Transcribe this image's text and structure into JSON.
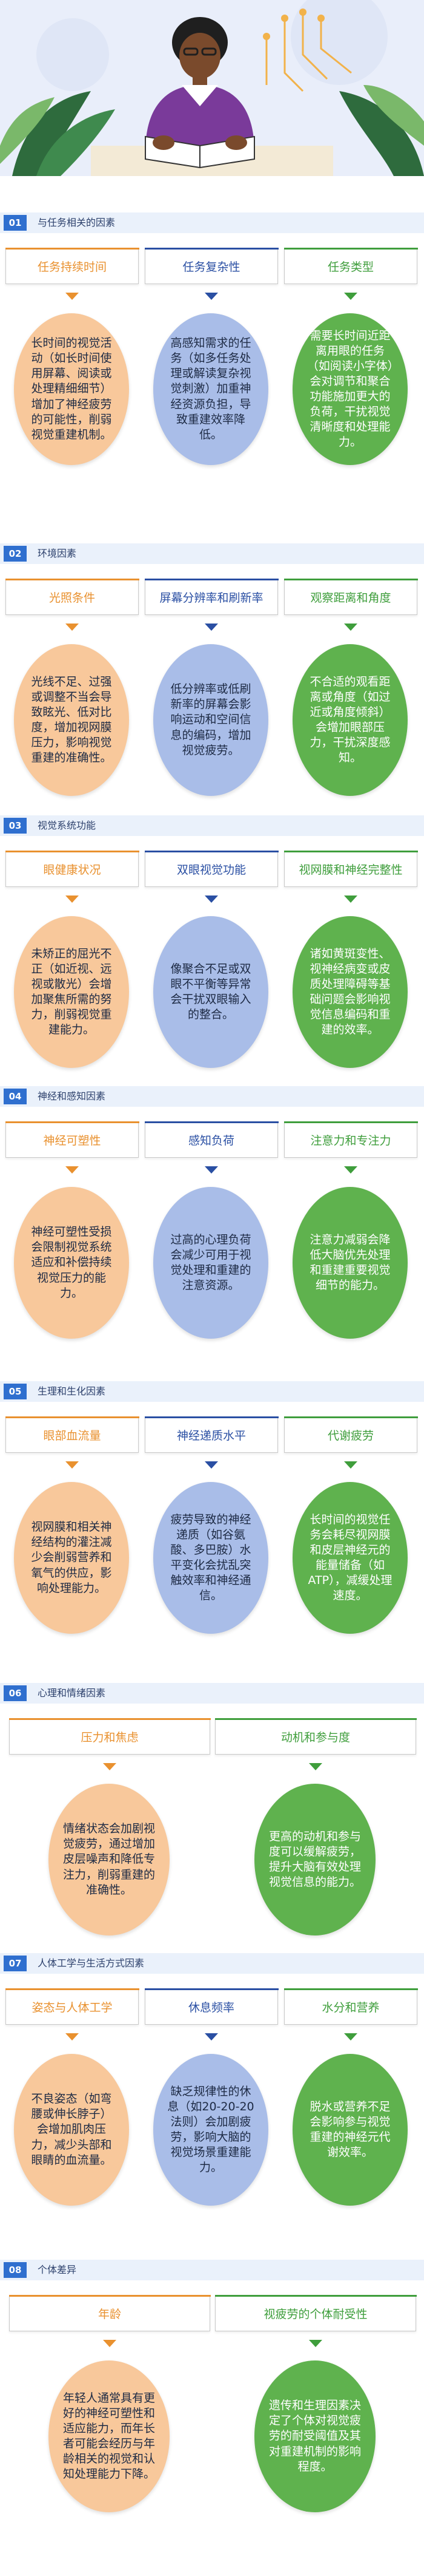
{
  "sections": [
    {
      "num": "01",
      "title": "与任务相关的因素",
      "items": [
        {
          "header": "任务持续时间",
          "body": "长时间的视觉活动（如长时间使用屏幕、阅读或处理精细细节）增加了神经疲劳的可能性，削弱视觉重建机制。"
        },
        {
          "header": "任务复杂性",
          "body": "高感知需求的任务（如多任务处理或解读复杂视觉刺激）加重神经资源负担，导致重建效率降低。"
        },
        {
          "header": "任务类型",
          "body": "需要长时间近距离用眼的任务（如阅读小字体）会对调节和聚合功能施加更大的负荷，干扰视觉清晰度和处理能力。"
        }
      ]
    },
    {
      "num": "02",
      "title": "环境因素",
      "items": [
        {
          "header": "光照条件",
          "body": "光线不足、过强或调整不当会导致眩光、低对比度，增加视网膜压力，影响视觉重建的准确性。"
        },
        {
          "header": "屏幕分辨率和刷新率",
          "body": "低分辨率或低刷新率的屏幕会影响运动和空间信息的编码，增加视觉疲劳。"
        },
        {
          "header": "观察距离和角度",
          "body": "不合适的观看距离或角度（如过近或角度倾斜）会增加眼部压力，干扰深度感知。"
        }
      ]
    },
    {
      "num": "03",
      "title": "视觉系统功能",
      "items": [
        {
          "header": "眼健康状况",
          "body": "未矫正的屈光不正（如近视、远视或散光）会增加聚焦所需的努力，削弱视觉重建能力。"
        },
        {
          "header": "双眼视觉功能",
          "body": "像聚合不足或双眼不平衡等异常会干扰双眼输入的整合。"
        },
        {
          "header": "视网膜和神经完整性",
          "body": "诸如黄斑变性、视神经病变或皮质处理障碍等基础问题会影响视觉信息编码和重建的效率。"
        }
      ]
    },
    {
      "num": "04",
      "title": "神经和感知因素",
      "items": [
        {
          "header": "神经可塑性",
          "body": "神经可塑性受损会限制视觉系统适应和补偿持续视觉压力的能力。"
        },
        {
          "header": "感知负荷",
          "body": "过高的心理负荷会减少可用于视觉处理和重建的注意资源。"
        },
        {
          "header": "注意力和专注力",
          "body": "注意力减弱会降低大脑优先处理和重建重要视觉细节的能力。"
        }
      ]
    },
    {
      "num": "05",
      "title": "生理和生化因素",
      "items": [
        {
          "header": "眼部血流量",
          "body": "视网膜和相关神经结构的灌注减少会削弱营养和氧气的供应，影响处理能力。"
        },
        {
          "header": "神经递质水平",
          "body": "疲劳导致的神经递质（如谷氨酸、多巴胺）水平变化会扰乱突触效率和神经通信。"
        },
        {
          "header": "代谢疲劳",
          "body": "长时间的视觉任务会耗尽视网膜和皮层神经元的能量储备（如ATP），减缓处理速度。"
        }
      ]
    },
    {
      "num": "06",
      "title": "心理和情绪因素",
      "items": [
        {
          "header": "压力和焦虑",
          "body": "情绪状态会加剧视觉疲劳，通过增加皮层噪声和降低专注力，削弱重建的准确性。"
        },
        {
          "header": "动机和参与度",
          "body": "更高的动机和参与度可以缓解疲劳，提升大脑有效处理视觉信息的能力。"
        }
      ]
    },
    {
      "num": "07",
      "title": "人体工学与生活方式因素",
      "items": [
        {
          "header": "姿态与人体工学",
          "body": "不良姿态（如弯腰或伸长脖子）会增加肌肉压力，减少头部和眼睛的血流量。"
        },
        {
          "header": "休息频率",
          "body": "缺乏规律性的休息（如20-20-20法则）会加剧疲劳，影响大脑的视觉场景重建能力。"
        },
        {
          "header": "水分和营养",
          "body": "脱水或营养不足会影响参与视觉重建的神经元代谢效率。"
        }
      ]
    },
    {
      "num": "08",
      "title": "个体差异",
      "items": [
        {
          "header": "年龄",
          "body": "年轻人通常具有更好的神经可塑性和适应能力，而年长者可能会经历与年龄相关的视觉和认知处理能力下降。"
        },
        {
          "header": "视疲劳的个体耐受性",
          "body": "遗传和生理因素决定了个体对视觉疲劳的耐受阈值及其对重建机制的影响程度。"
        }
      ]
    }
  ],
  "colors": {
    "orange": "#e9912f",
    "blue": "#2a4fa3",
    "green": "#3f9e3c",
    "section_bar": "#eaf1fb",
    "section_num": "#2f6fcf"
  }
}
